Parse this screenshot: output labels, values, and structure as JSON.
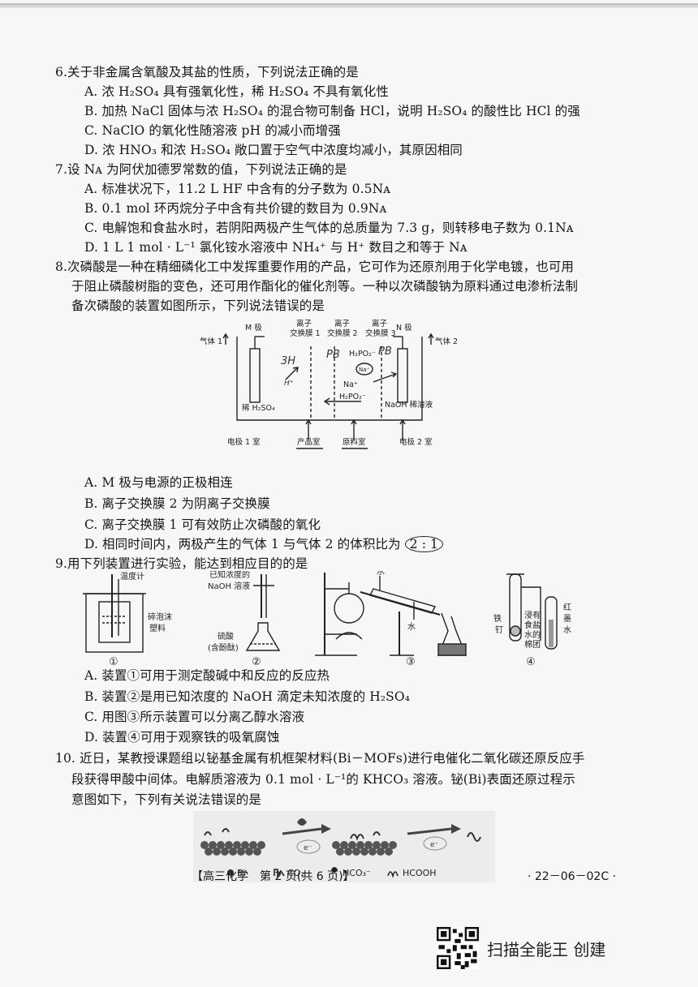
{
  "questions": [
    {
      "stem": "6.关于非金属含氧酸及其盐的性质，下列说法正确的是",
      "options": [
        "A. 浓 H₂SO₄ 具有强氧化性，稀 H₂SO₄ 不具有氧化性",
        "B. 加热 NaCl 固体与浓 H₂SO₄ 的混合物可制备 HCl，说明 H₂SO₄ 的酸性比 HCl 的强",
        "C. NaClO 的氧化性随溶液 pH 的减小而增强",
        "D. 浓 HNO₃ 和浓 H₂SO₄ 敞口置于空气中浓度均减小，其原因相同"
      ]
    },
    {
      "stem": "7.设 Nᴀ 为阿伏加德罗常数的值，下列说法正确的是",
      "options": [
        "A. 标准状况下，11.2 L HF 中含有的分子数为 0.5Nᴀ",
        "B. 0.1 mol 环丙烷分子中含有共价键的数目为 0.9Nᴀ",
        "C. 电解饱和食盐水时，若阴阳两极产生气体的总质量为 7.3 g，则转移电子数为 0.1Nᴀ",
        "D. 1 L 1 mol · L⁻¹ 氯化铵水溶液中 NH₄⁺ 与 H⁺ 数目之和等于 Nᴀ"
      ]
    },
    {
      "stem_lines": [
        "8.次磷酸是一种在精细磷化工中发挥重要作用的产品，它可作为还原剂用于化学电镀，也可用",
        "于阻止磷酸树脂的变色，还可用作酯化的催化剂等。一种以次磷酸钠为原料通过电渗析法制",
        "备次磷酸的装置如图所示，下列说法错误的是"
      ],
      "options": [
        "A. M 极与电源的正极相连",
        "B. 离子交换膜 2 为阴离子交换膜",
        "C. 离子交换膜 1 可有效防止次磷酸的氧化",
        "D. 相同时间内，两极产生的气体 1 与气体 2 的体积比为"
      ],
      "circled_ratio": "2 : 1"
    },
    {
      "stem": "9.用下列装置进行实验，能达到相应目的的是",
      "options": [
        "A. 装置①可用于测定酸碱中和反应的反应热",
        "B. 装置②是用已知浓度的 NaOH 滴定未知浓度的 H₂SO₄",
        "C. 用图③所示装置可以分离乙醇水溶液",
        "D. 装置④可用于观察铁的吸氧腐蚀"
      ]
    },
    {
      "stem_lines": [
        "10. 近日，某教授课题组以铋基金属有机框架材料(Bi－MOFs)进行电催化二氧化碳还原反应手",
        "段获得甲酸中间体。电解质溶液为 0.1 mol · L⁻¹的 KHCO₃ 溶液。铋(Bi)表面还原过程示",
        "意图如下，下列有关说法错误的是"
      ]
    }
  ],
  "fig8": {
    "m_pole": "M 极",
    "n_pole": "N 极",
    "membrane1": [
      "离子",
      "交换膜 1"
    ],
    "membrane2": [
      "离子",
      "交换膜 2"
    ],
    "membrane3": [
      "离子",
      "交换膜 3"
    ],
    "gas1": "气体 1",
    "gas2": "气体 2",
    "h2so4": "稀 H₂SO₄",
    "naoh": "NaOH 稀溶液",
    "h2po2_top": "H₂PO₂⁻",
    "h2po2_bottom": "H₂PO₂⁻",
    "na": "Na⁺",
    "na_circle": "Na⁺",
    "hw_3h": "3H",
    "hw_pb1": "PB",
    "hw_pb2": "PB",
    "hw_h": "H⁺",
    "rooms": [
      "电极 1 室",
      "产品室",
      "原料室",
      "电极 2 室"
    ]
  },
  "fig9": {
    "thermometer": "温度计",
    "foam": [
      "碎泡沫",
      "塑料"
    ],
    "naoh_known": [
      "已知浓度的",
      "NaOH 溶液"
    ],
    "sulfuric": [
      "硫酸",
      "(含酚酞)"
    ],
    "water_top": "水",
    "water_side": "水",
    "iron_nail": [
      "铁",
      "钉"
    ],
    "cotton": [
      "浸有",
      "食盐",
      "水的",
      "棉团"
    ],
    "red_ink": [
      "红",
      "墨",
      "水"
    ],
    "numbers": [
      "①",
      "②",
      "③",
      "④"
    ]
  },
  "fig10": {
    "legend_bi": "Bi",
    "legend_co2": "CO₂",
    "legend_hco3": "HCO₃⁻",
    "legend_hcooh": "HCOOH",
    "electron": "e⁻"
  },
  "footer": {
    "center": "【高三化学　第 2 页(共 6 页)】",
    "code": "· 22－06－02C ·"
  },
  "scanner": "扫描全能王  创建"
}
